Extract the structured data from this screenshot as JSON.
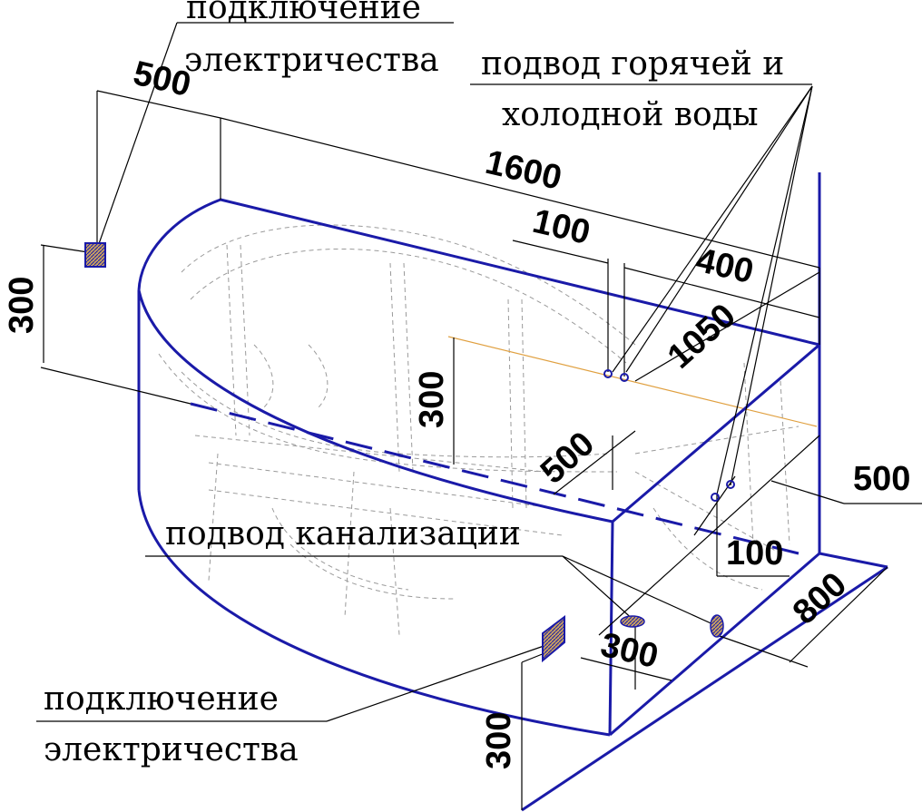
{
  "labels": {
    "electric_top_line1": "подключение",
    "electric_top_line2": "электричества",
    "water_line1": "подвод горячей и",
    "water_line2": "холодной воды",
    "drain": "подвод канализации",
    "electric_bottom_line1": "подключение",
    "electric_bottom_line2": "электричества"
  },
  "dimensions": {
    "d500_top": "500",
    "d1600": "1600",
    "d100_top": "100",
    "d400": "400",
    "d1050": "1050",
    "d300_left": "300",
    "d300_center": "300",
    "d500_mid": "500",
    "d500_right": "500",
    "d100_right": "100",
    "d800": "800",
    "d300_bottom": "300",
    "d300_lower_left": "300"
  },
  "colors": {
    "outline": "#1a1aa8",
    "frame": "#9a9a9a",
    "axis": "#e0a040",
    "socket": "#c8a060"
  }
}
